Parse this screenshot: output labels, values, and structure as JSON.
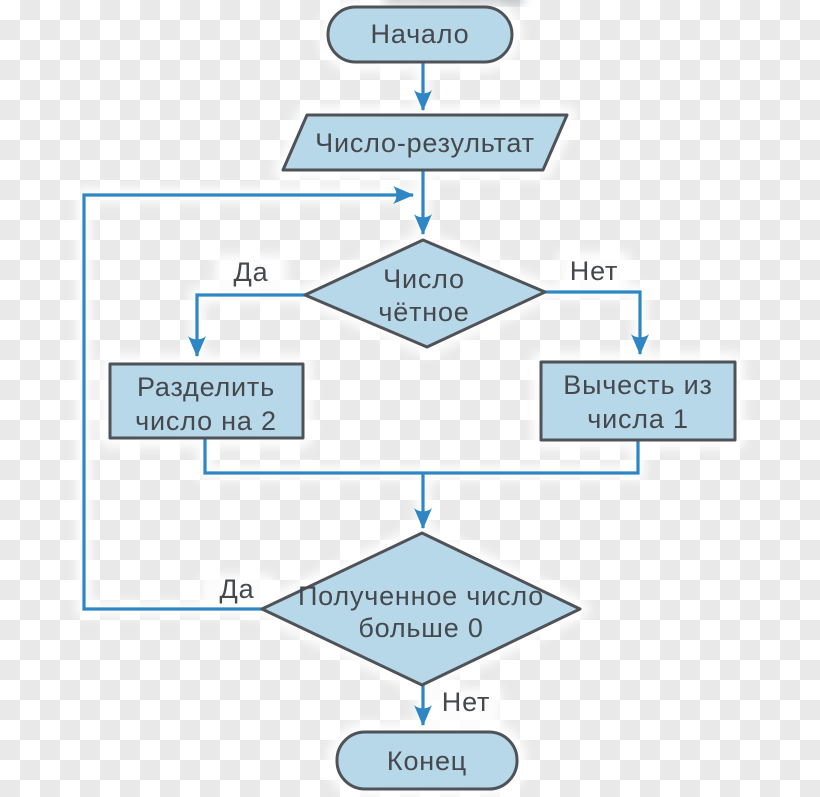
{
  "diagram": {
    "type": "flowchart",
    "language": "ru",
    "colors": {
      "shape_fill": "#b7d8e8",
      "shape_border": "#4f5257",
      "arrow": "#2e86c4",
      "text": "#45484c",
      "checker_light": "#ffffff",
      "checker_dark": "#e9e9e9"
    },
    "nodes": {
      "start": {
        "type": "terminator",
        "label": "Начало"
      },
      "input": {
        "type": "input-output",
        "label": "Число-результат"
      },
      "even_check": {
        "type": "decision",
        "line1": "Число",
        "line2": "чётное"
      },
      "divide": {
        "type": "process",
        "line1": "Разделить",
        "line2": "число на 2"
      },
      "subtract": {
        "type": "process",
        "line1": "Вычесть из",
        "line2": "числа 1"
      },
      "positive_check": {
        "type": "decision",
        "line1": "Полученное число",
        "line2": "больше 0"
      },
      "end": {
        "type": "terminator",
        "label": "Конец"
      }
    },
    "edges": {
      "even_yes_label": "Да",
      "even_no_label": "Нет",
      "positive_yes_label": "Да",
      "positive_no_label": "Нет"
    }
  }
}
